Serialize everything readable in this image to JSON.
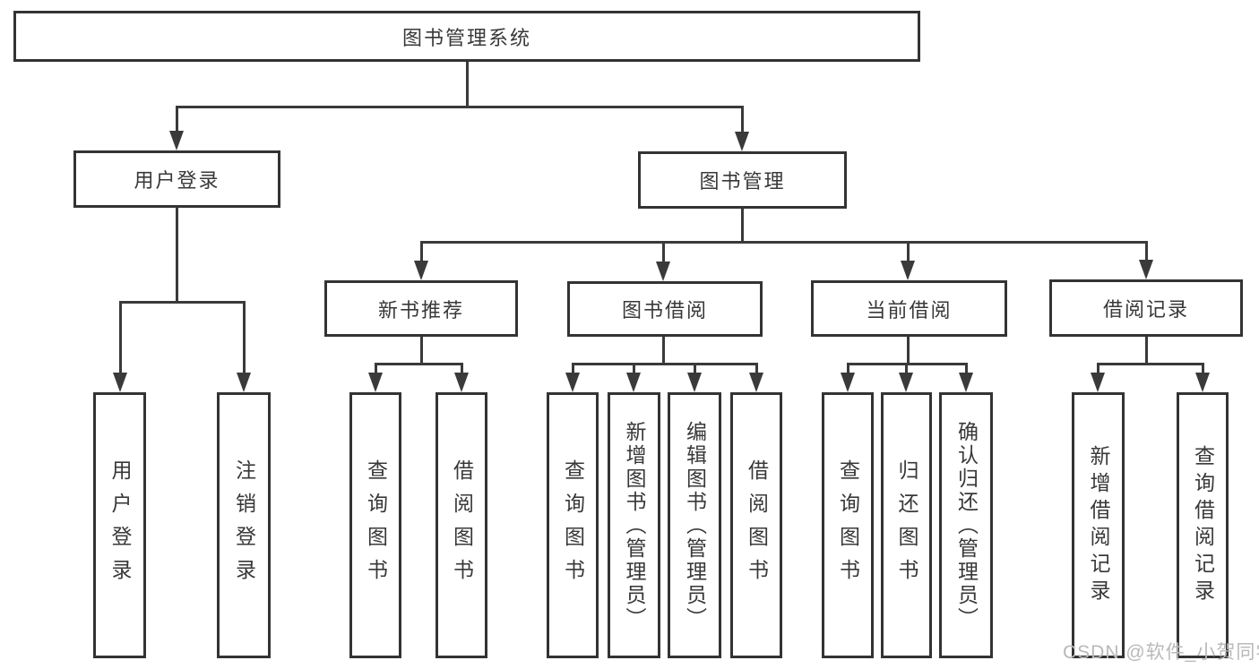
{
  "diagram": {
    "title": "图书管理系统",
    "root": {
      "label": "图书管理系统"
    },
    "level2": [
      {
        "label": "用户登录"
      },
      {
        "label": "图书管理"
      }
    ],
    "level3": [
      {
        "label": "新书推荐"
      },
      {
        "label": "图书借阅"
      },
      {
        "label": "当前借阅"
      },
      {
        "label": "借阅记录"
      }
    ],
    "leaves": {
      "user": [
        "用户登录",
        "注销登录"
      ],
      "recommend": [
        "查询图书",
        "借阅图书"
      ],
      "borrow": [
        "查询图书",
        "新增图书（管理员）",
        "编辑图书（管理员）",
        "借阅图书"
      ],
      "current": [
        "查询图书",
        "归还图书",
        "确认归还（管理员）"
      ],
      "records": [
        "新增借阅记录",
        "查询借阅记录"
      ]
    }
  },
  "watermark": {
    "text": "CSDN @软件_小贺同学",
    "color": "#b9b9b9"
  },
  "colors": {
    "line": "#3a3a3a",
    "border": "#333333",
    "background": "#ffffff"
  }
}
